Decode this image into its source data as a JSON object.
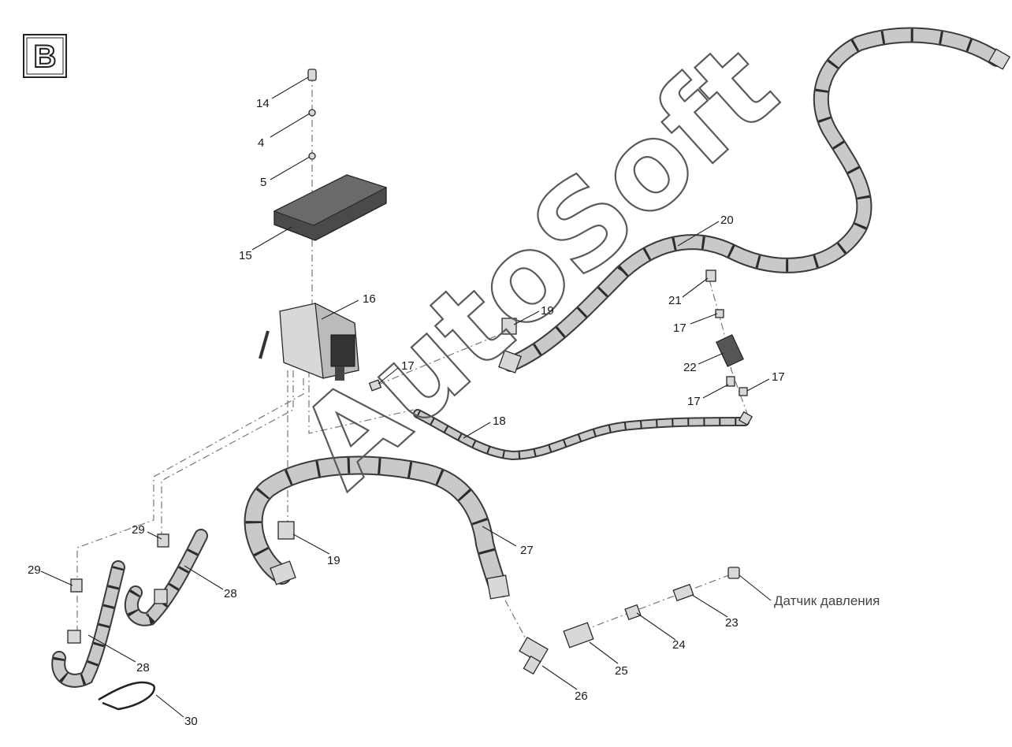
{
  "view": {
    "label": "В"
  },
  "callouts": [
    {
      "id": "14",
      "text": "14"
    },
    {
      "id": "4",
      "text": "4"
    },
    {
      "id": "5",
      "text": "5"
    },
    {
      "id": "15",
      "text": "15"
    },
    {
      "id": "16",
      "text": "16"
    },
    {
      "id": "17a",
      "text": "17"
    },
    {
      "id": "19a",
      "text": "19"
    },
    {
      "id": "20",
      "text": "20"
    },
    {
      "id": "21",
      "text": "21"
    },
    {
      "id": "17b",
      "text": "17"
    },
    {
      "id": "22",
      "text": "22"
    },
    {
      "id": "17c",
      "text": "17"
    },
    {
      "id": "17d",
      "text": "17"
    },
    {
      "id": "18",
      "text": "18"
    },
    {
      "id": "27",
      "text": "27"
    },
    {
      "id": "19b",
      "text": "19"
    },
    {
      "id": "29a",
      "text": "29"
    },
    {
      "id": "29b",
      "text": "29"
    },
    {
      "id": "28a",
      "text": "28"
    },
    {
      "id": "28b",
      "text": "28"
    },
    {
      "id": "23",
      "text": "23"
    },
    {
      "id": "24",
      "text": "24"
    },
    {
      "id": "25",
      "text": "25"
    },
    {
      "id": "26",
      "text": "26"
    },
    {
      "id": "30",
      "text": "30"
    }
  ],
  "sensor_label": "Датчик давления",
  "watermark": "AutoSoft"
}
